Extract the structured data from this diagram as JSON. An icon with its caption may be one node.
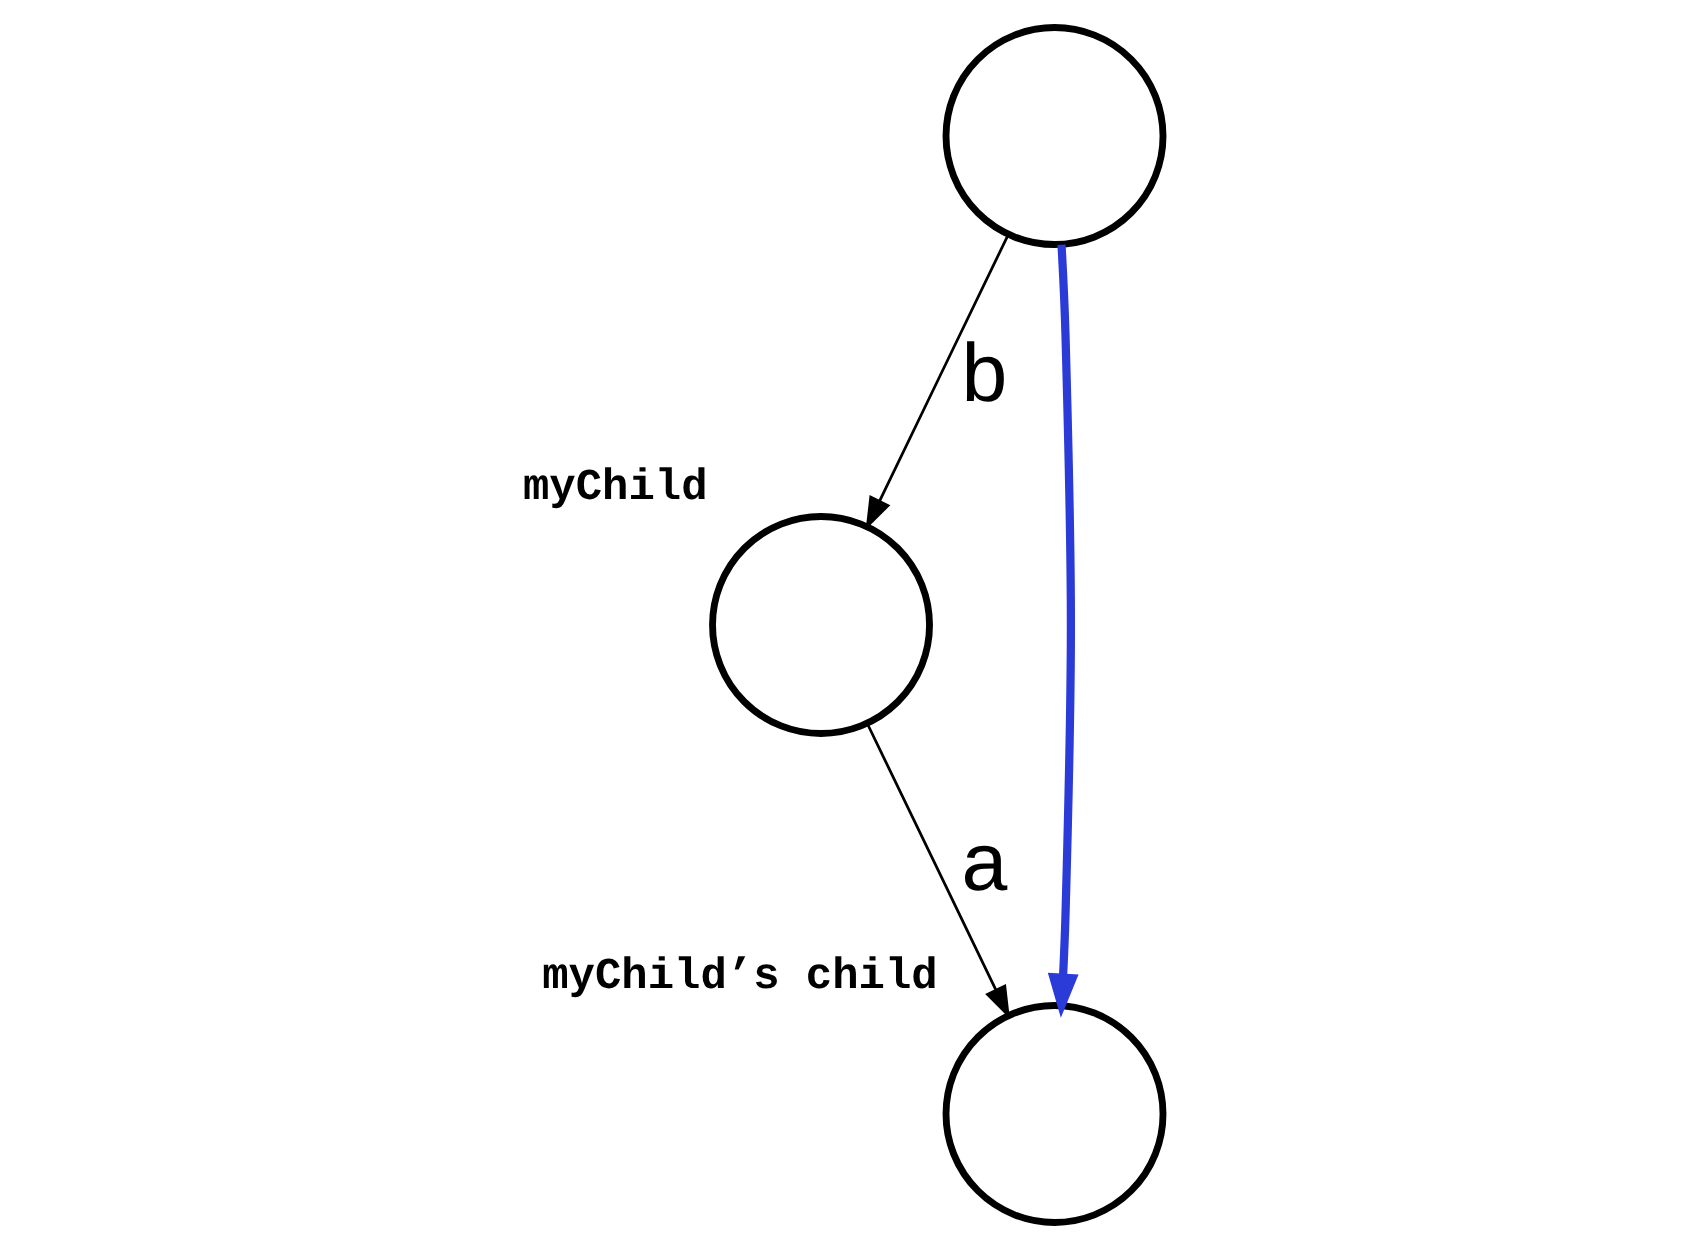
{
  "diagram": {
    "nodes": [
      {
        "text": [],
        "shape": "circle"
      },
      {
        "text": [],
        "shape": "circle",
        "beside": [
          "myChild"
        ]
      },
      {
        "text": [],
        "shape": "circle",
        "beside": [
          "myChild’s child"
        ]
      }
    ],
    "edges": [
      {
        "from": 0,
        "to": 1,
        "arrow": "to",
        "label": "b"
      },
      {
        "from": 1,
        "to": 2,
        "arrow": "to",
        "label": "a"
      },
      {
        "from": 0,
        "to": 2,
        "arrow": "to",
        "style": "thick",
        "color": "#2b3bd8"
      }
    ]
  }
}
